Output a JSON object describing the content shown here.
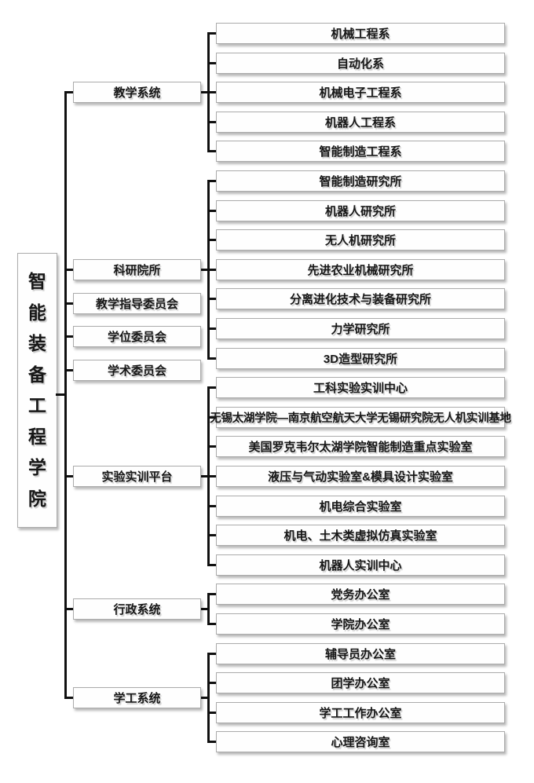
{
  "root": {
    "label": "智能装备工程学院"
  },
  "groups": [
    {
      "category": "教学系统",
      "children": [
        "机械工程系",
        "自动化系",
        "机械电子工程系",
        "机器人工程系",
        "智能制造工程系"
      ]
    },
    {
      "category": "科研院所",
      "children": [
        "智能制造研究所",
        "机器人研究所",
        "无人机研究所",
        "先进农业机械研究所",
        "分离进化技术与装备研究所",
        "力学研究所",
        "3D造型研究所"
      ]
    },
    {
      "category": "教学指导委员会",
      "children": []
    },
    {
      "category": "学位委员会",
      "children": []
    },
    {
      "category": "学术委员会",
      "children": []
    },
    {
      "category": "实验实训平台",
      "children": [
        "工科实验实训中心",
        "无锡太湖学院—南京航空航天大学无锡研究院无人机实训基地",
        "美国罗克韦尔太湖学院智能制造重点实验室",
        "液压与气动实验室&模具设计实验室",
        "机电综合实验室",
        "机电、土木类虚拟仿真实验室",
        "机器人实训中心"
      ]
    },
    {
      "category": "行政系统",
      "children": [
        "党务办公室",
        "学院办公室"
      ]
    },
    {
      "category": "学工系统",
      "children": [
        "辅导员办公室",
        "团学办公室",
        "学工工作办公室",
        "心理咨询室"
      ]
    }
  ],
  "colors": {
    "line": "#101010",
    "box_border": "#ababab",
    "box_bg": "#fefefe",
    "text": "#171717",
    "background": "#ffffff"
  }
}
